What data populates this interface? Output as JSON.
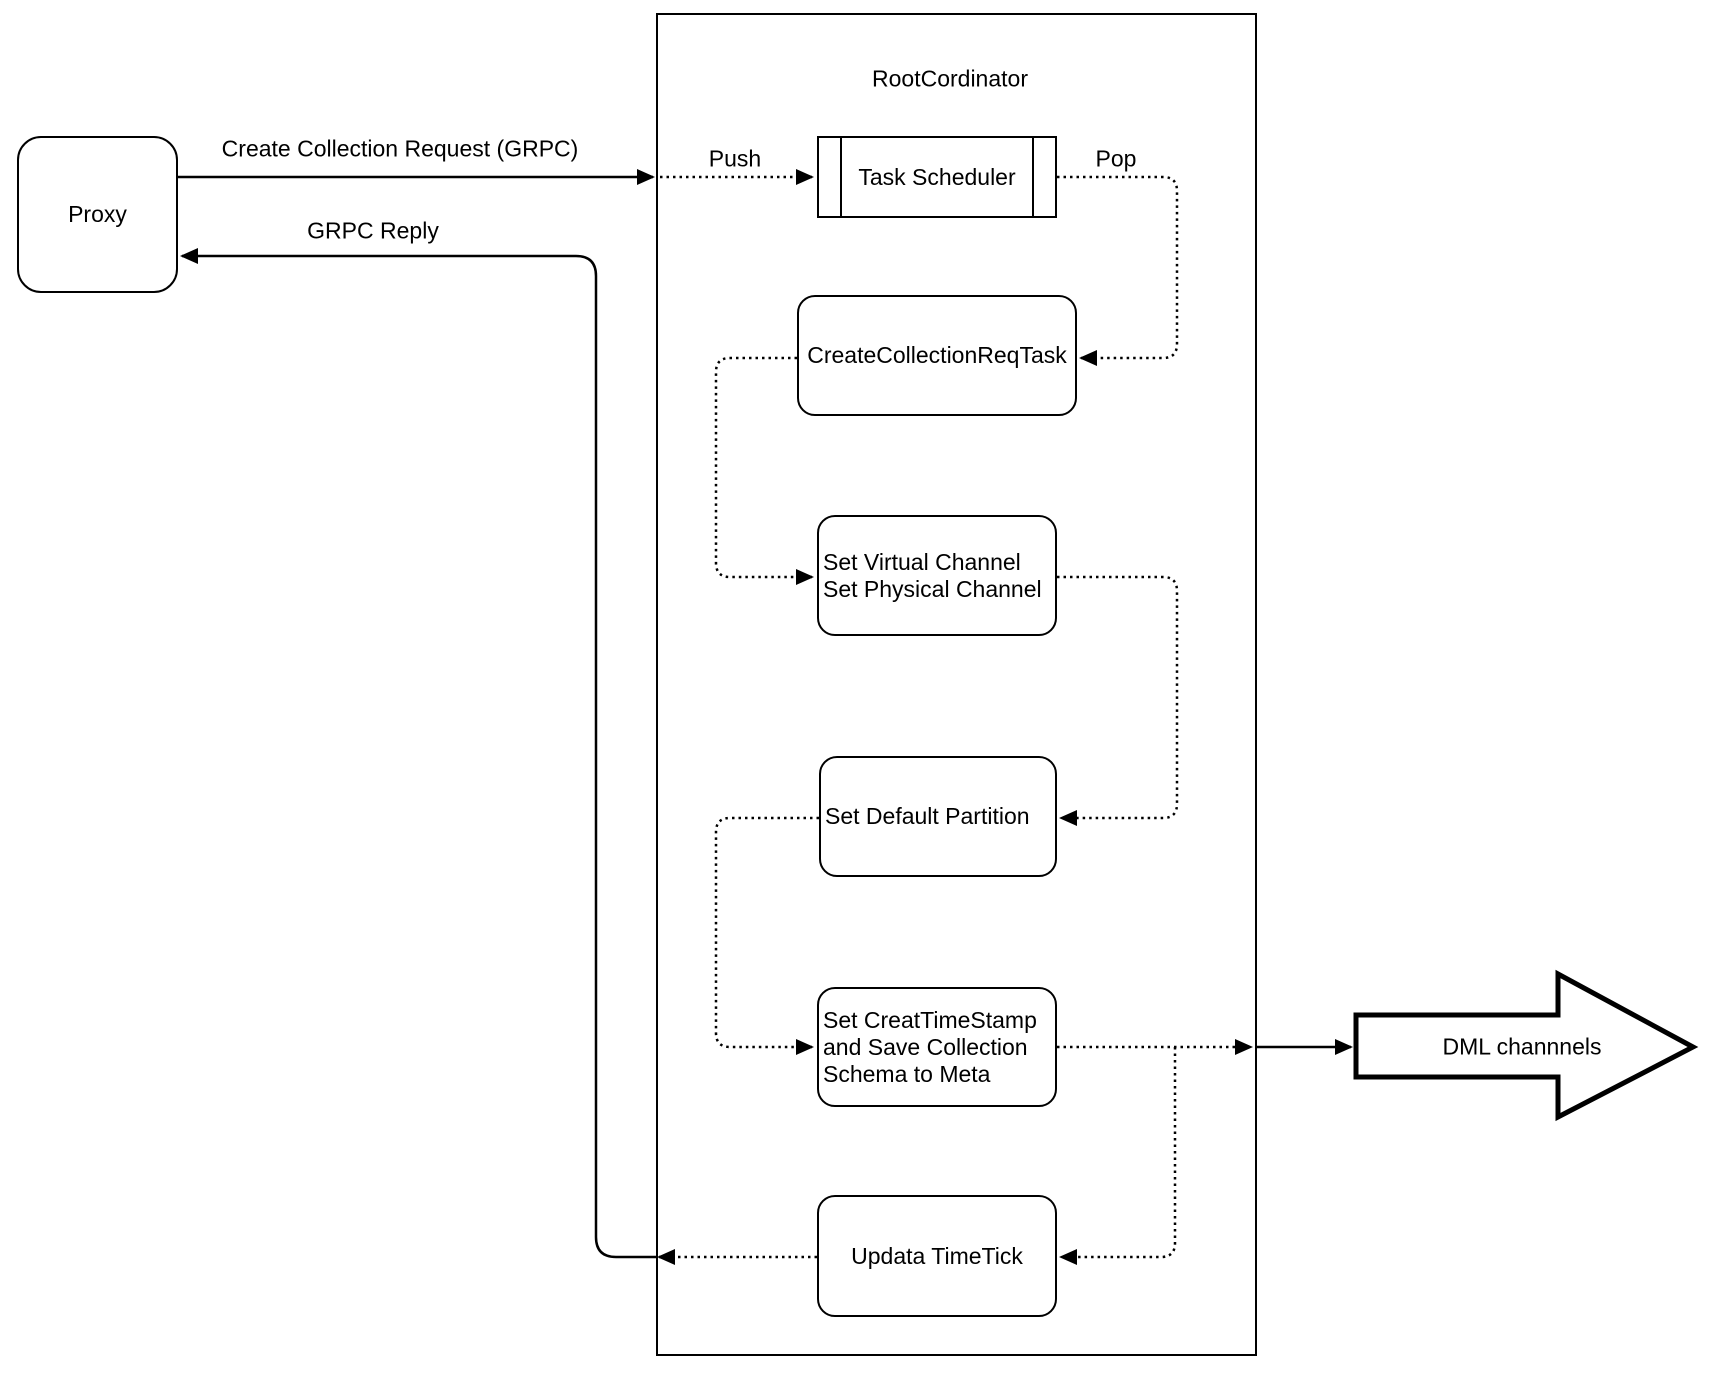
{
  "proxy": {
    "label": "Proxy"
  },
  "edges": {
    "create_request": "Create Collection Request (GRPC)",
    "grpc_reply": "GRPC Reply",
    "push": "Push",
    "pop": "Pop"
  },
  "root_coordinator": {
    "title": "RootCordinator",
    "task_scheduler": {
      "label": "Task Scheduler"
    },
    "create_collection_req_task": {
      "label": "CreateCollectionReqTask"
    },
    "set_channels": {
      "lines": [
        "Set Virtual Channel",
        "Set Physical Channel"
      ]
    },
    "set_default_partition": {
      "label": "Set Default Partition"
    },
    "set_creat_timestamp": {
      "lines": [
        "Set CreatTimeStamp",
        "and Save Collection",
        "Schema to Meta"
      ]
    },
    "updata_timetick": {
      "label": "Updata TimeTick"
    }
  },
  "dml_channels": {
    "label": "DML channnels"
  },
  "colors": {
    "stroke": "#000000",
    "fill": "#ffffff"
  }
}
